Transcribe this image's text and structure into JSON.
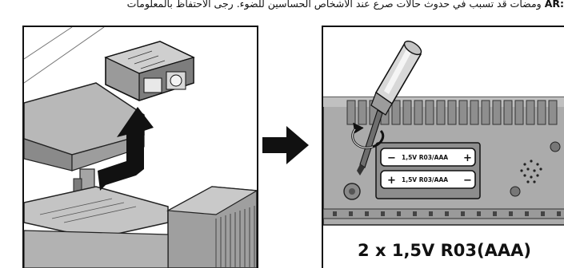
{
  "warning": {
    "text": "ومضات قد تسبب في حدوث حالات صرع عند الأشخاص الحساسين للضوء. رجى الاحتفاظ بالمعلومات",
    "code": "AR:"
  },
  "battery": {
    "label_top": "1,5V R03/AAA",
    "label_bottom": "1,5V R03/AAA",
    "sign_plus": "+",
    "sign_minus": "−"
  },
  "caption": "2 x 1,5V R03(AAA)"
}
